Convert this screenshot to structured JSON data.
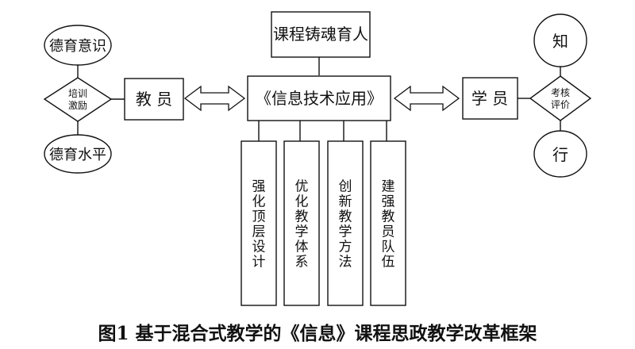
{
  "diagram": {
    "top_box": "课程铸魂育人",
    "center_box": "《信息技术应用》",
    "teacher_box": "教 员",
    "student_box": "学 员",
    "left_top_ellipse": "德育意识",
    "left_bottom_ellipse": "德育水平",
    "left_diamond_line1": "培训",
    "left_diamond_line2": "激励",
    "right_top_ellipse": "知",
    "right_bottom_ellipse": "行",
    "right_diamond_line1": "考核",
    "right_diamond_line2": "评价",
    "columns": [
      "强化顶层设计",
      "优化教学体系",
      "创新教学方法",
      "建强教员队伍"
    ],
    "caption": "图1 基于混合式教学的《信息》课程思政教学改革框架"
  }
}
